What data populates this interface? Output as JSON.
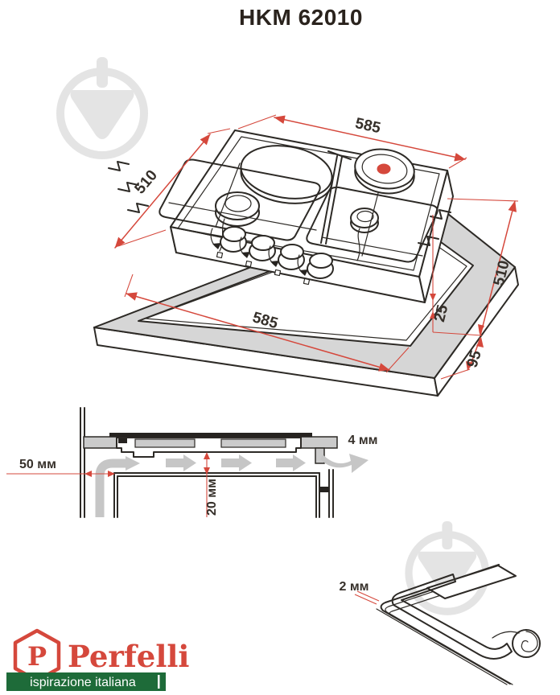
{
  "title": "HKM 62010",
  "top_view": {
    "width_top": "585",
    "depth_left": "510",
    "cutout_width": "585",
    "depth_right": "510",
    "rear_gap": "25",
    "front_gap": "95"
  },
  "cross_section": {
    "wall_clearance": "50 мм",
    "edge_vent_gap": "4 мм",
    "under_clearance": "20 мм"
  },
  "seal_detail": {
    "seal_gap": "2 мм"
  },
  "brand": {
    "monogram": "P",
    "name": "Perfelli",
    "tagline": "ispirazione italiana",
    "red": "#d5483c",
    "green": "#1e6b39"
  },
  "colors": {
    "dimension_red": "#d5483c",
    "drawing_ink": "#2d2a26",
    "countertop_gray": "#d6d6d6",
    "watermark_gray": "#e4e4e4"
  }
}
